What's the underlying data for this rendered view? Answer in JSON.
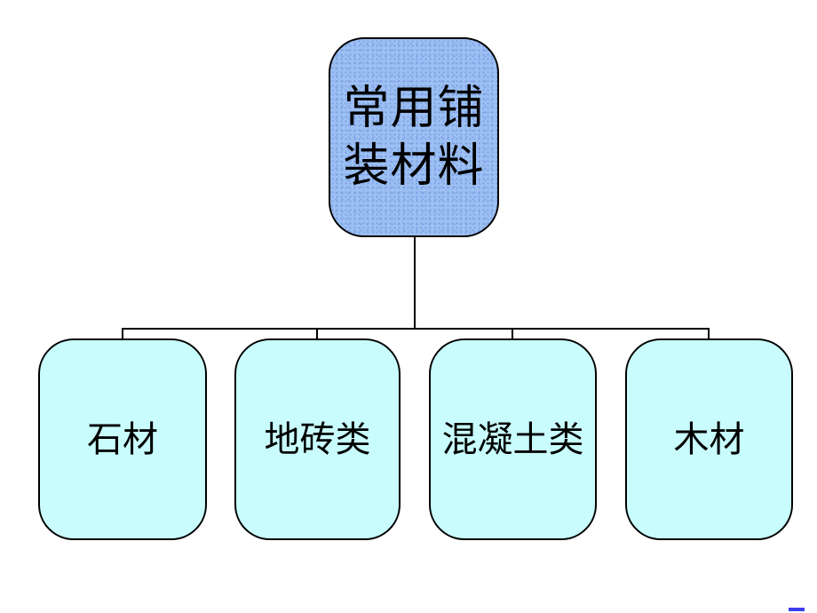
{
  "diagram": {
    "root": {
      "label": "常用铺装材料",
      "label_lines": [
        "常用铺",
        "装材料"
      ]
    },
    "children": [
      {
        "label": "石材"
      },
      {
        "label": "地砖类"
      },
      {
        "label": "混凝土类"
      },
      {
        "label": "木材"
      }
    ],
    "colors": {
      "background": "#ffffff",
      "root_fill": "#9cc0f3",
      "root_fill_dot": "#7e9fe6",
      "child_fill": "#c9fdfd",
      "node_border": "#000000",
      "connector": "#000000",
      "text": "#000000",
      "corner_marker": "#3c3cf2"
    }
  }
}
